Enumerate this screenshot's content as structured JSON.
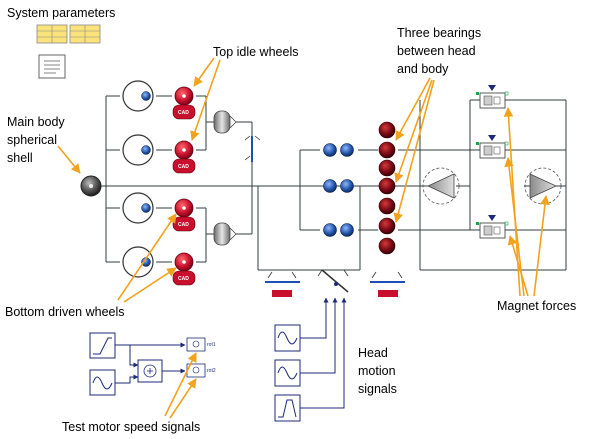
{
  "labels": {
    "system_parameters": "System parameters",
    "top_idle_wheels": "Top idle wheels",
    "main_body_line1": "Main body",
    "main_body_line2": "spherical",
    "main_body_line3": "shell",
    "three_bearings_line1": "Three bearings",
    "three_bearings_line2": "between head",
    "three_bearings_line3": "and body",
    "bottom_driven_wheels": "Bottom driven wheels",
    "magnet_forces": "Magnet forces",
    "head_motion_line1": "Head",
    "head_motion_line2": "motion",
    "head_motion_line3": "signals",
    "test_motor_speed_signals": "Test motor speed signals"
  },
  "components": {
    "cad_label": "CAD",
    "rot1_label": "rot1",
    "rot2_label": "rot2"
  },
  "colors": {
    "annotation_arrow": "#f2a21c",
    "signal_wire": "#1d2a7a",
    "mechanical_wire": "#2f3f3f",
    "wheel_red": "#c8102e",
    "ball_blue": "#2356a8",
    "table_yellow": "#fbe27a"
  },
  "icons": {
    "parameter_tables": "table-icon",
    "documentation": "document-icon",
    "spherical_shell": "sphere-icon"
  }
}
